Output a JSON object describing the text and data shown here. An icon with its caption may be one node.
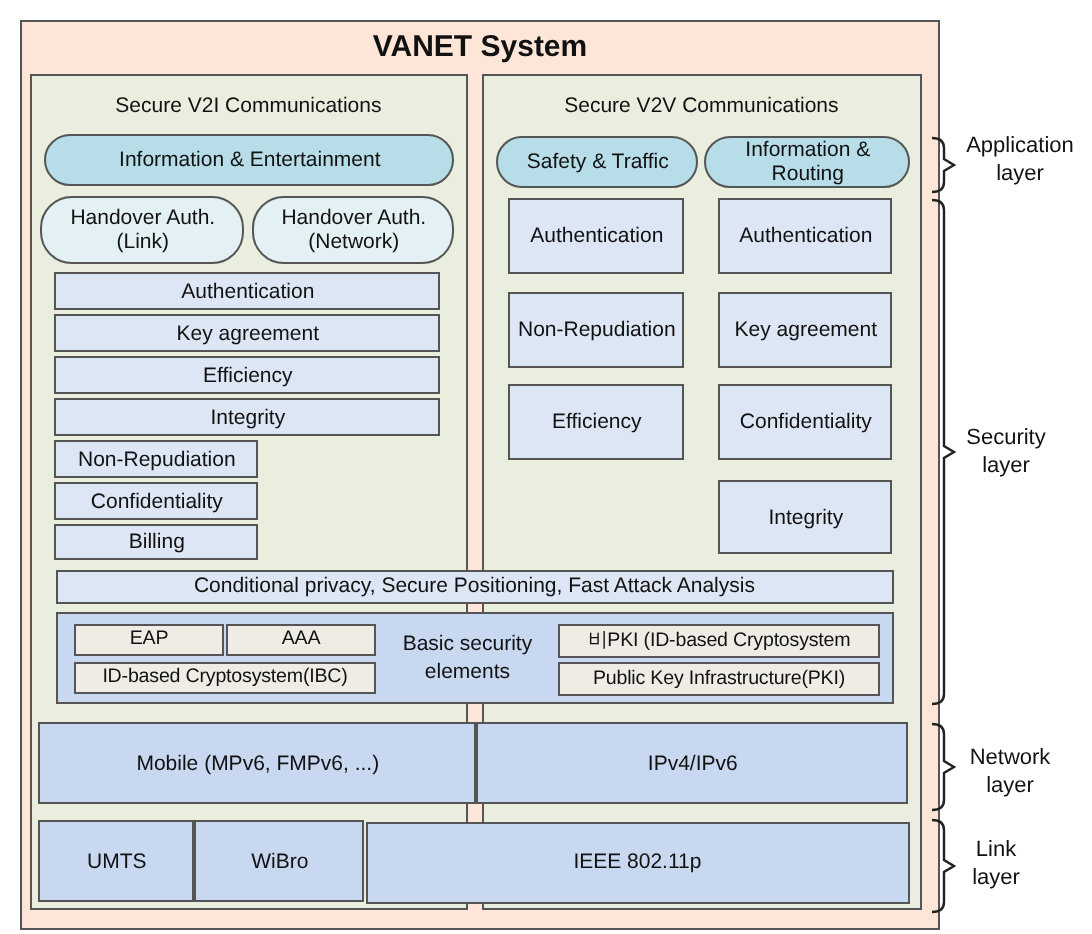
{
  "diagram": {
    "nodes": [
      {
        "text": [
          "VANET System"
        ]
      },
      {
        "text": [
          "Secure V2I Communications"
        ],
        "in": 0
      },
      {
        "text": [
          "Information & Entertainment"
        ],
        "in": 1
      },
      {
        "text": [
          "Handover Auth. (Link)"
        ],
        "in": 1
      },
      {
        "text": [
          "Handover Auth. (Network)"
        ],
        "in": 1
      },
      {
        "text": [
          "Authentication"
        ],
        "in": 1
      },
      {
        "text": [
          "Key agreement"
        ],
        "in": 1
      },
      {
        "text": [
          "Efficiency"
        ],
        "in": 1
      },
      {
        "text": [
          "Integrity"
        ],
        "in": 1
      },
      {
        "text": [
          "Non-Repudiation"
        ],
        "in": 1
      },
      {
        "text": [
          "Confidentiality"
        ],
        "in": 1
      },
      {
        "text": [
          "Billing"
        ],
        "in": 1
      },
      {
        "text": [
          "Secure V2V Communications"
        ],
        "in": 0
      },
      {
        "text": [
          "Safety & Traffic"
        ],
        "in": 12
      },
      {
        "text": [
          "Information & Routing"
        ],
        "in": 12
      },
      {
        "text": [
          "Authentication"
        ],
        "in": 12
      },
      {
        "text": [
          "Authentication"
        ],
        "in": 12
      },
      {
        "text": [
          "Non-Repudiation"
        ],
        "in": 12
      },
      {
        "text": [
          "Key agreement"
        ],
        "in": 12
      },
      {
        "text": [
          "Efficiency"
        ],
        "in": 12
      },
      {
        "text": [
          "Confidentiality"
        ],
        "in": 12
      },
      {
        "text": [
          "Integrity"
        ],
        "in": 12
      },
      {
        "text": [
          "Conditional privacy, Secure Positioning, Fast Attack Analysis"
        ],
        "in": 0
      },
      {
        "text": [
          "Basic security elements"
        ],
        "in": 0
      },
      {
        "text": [
          "EAP"
        ]
      },
      {
        "text": [
          "AAA"
        ]
      },
      {
        "text": [
          "ID-based Cryptosystem(IBC)"
        ]
      },
      {
        "text": [
          "비PKI (ID-based Cryptosystem"
        ]
      },
      {
        "text": [
          "Public Key Infrastructure(PKI)"
        ]
      },
      {
        "text": [
          "Mobile (MPv6, FMPv6, ...)"
        ],
        "in": 1
      },
      {
        "text": [
          "IPv4/IPv6"
        ],
        "in": 12
      },
      {
        "text": [
          "UMTS"
        ],
        "in": 1
      },
      {
        "text": [
          "WiBro"
        ],
        "in": 1
      },
      {
        "text": [
          "IEEE 802.11p"
        ],
        "in": 0
      }
    ],
    "labels": [
      "Application layer",
      "Security layer",
      "Network layer",
      "Link layer"
    ]
  }
}
